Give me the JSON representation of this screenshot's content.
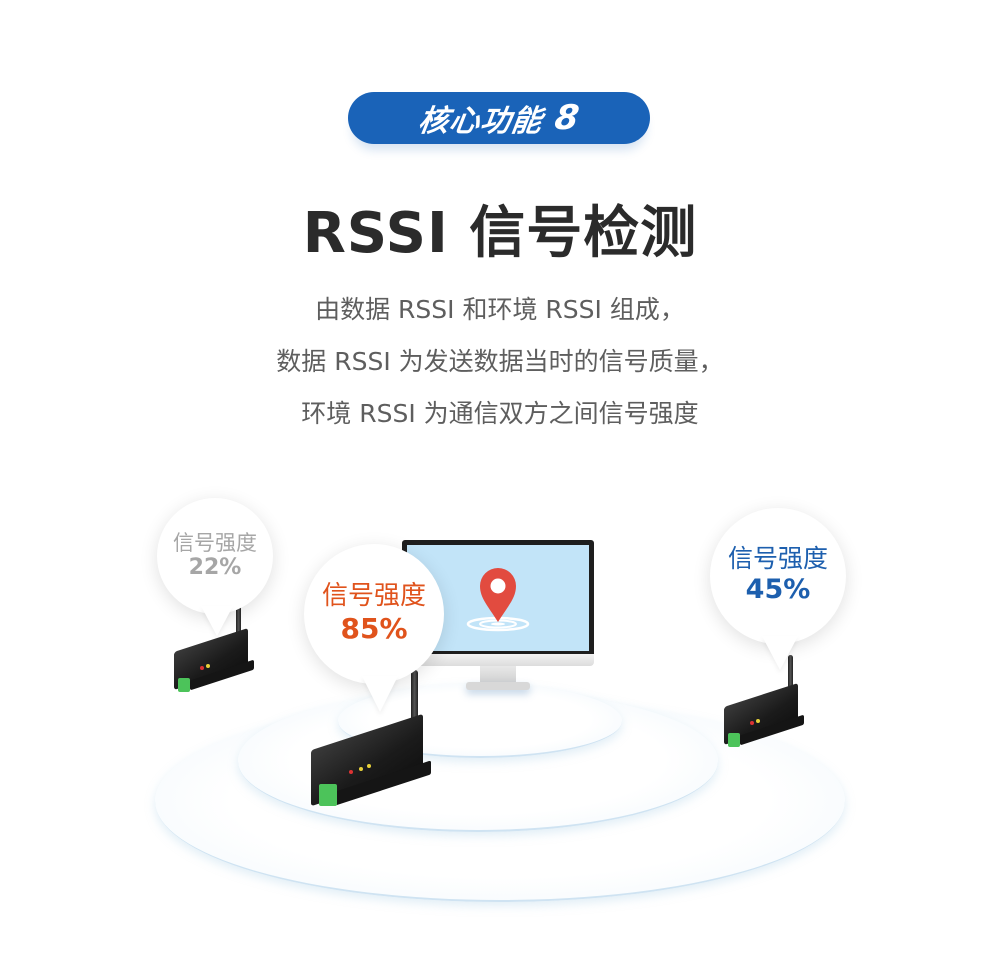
{
  "badge": {
    "label": "核心功能",
    "number": "8",
    "bg_color": "#1a63b8"
  },
  "title": "RSSI 信号检测",
  "description": [
    "由数据 RSSI 和环境 RSSI 组成，",
    "数据 RSSI 为发送数据当时的信号质量，",
    "环境 RSSI 为通信双方之间信号强度"
  ],
  "bubbles": [
    {
      "id": "left",
      "label": "信号强度",
      "value": "22%",
      "color": "#a6a6a6"
    },
    {
      "id": "center",
      "label": "信号强度",
      "value": "85%",
      "color": "#e0531c"
    },
    {
      "id": "right",
      "label": "信号强度",
      "value": "45%",
      "color": "#1d5fae"
    }
  ],
  "colors": {
    "title": "#2b2b2b",
    "description": "#5e5e5e",
    "pin": "#e24b3f",
    "screen": "#c2e4f8"
  },
  "icons": {
    "monitor": "monitor-icon",
    "pin": "location-pin-icon",
    "device": "dtu-device-icon"
  }
}
